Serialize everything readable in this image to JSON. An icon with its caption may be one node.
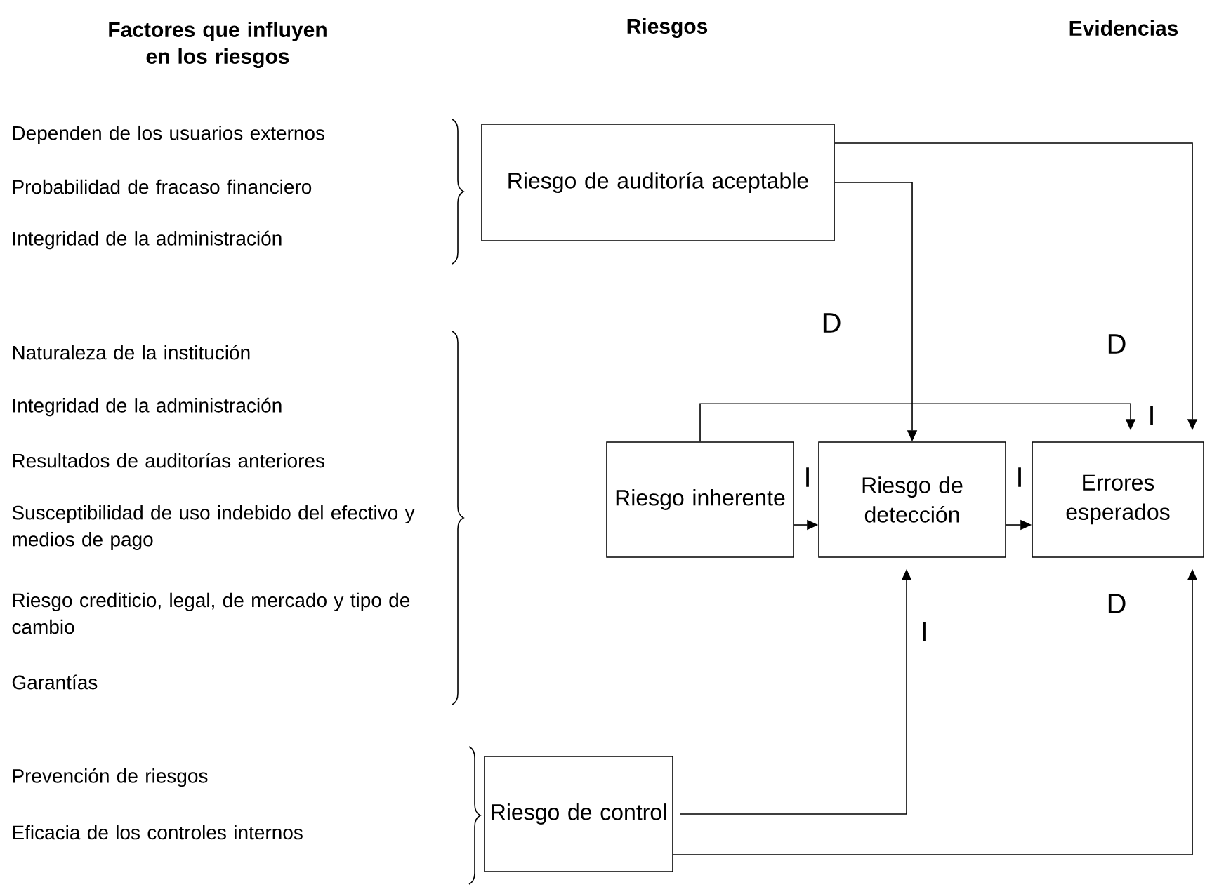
{
  "diagram": {
    "nodes": [
      {
        "text": [
          "Riesgo de auditoría aceptable"
        ]
      },
      {
        "text": [
          "Riesgo inherente"
        ]
      },
      {
        "text": [
          "Riesgo de detección"
        ]
      },
      {
        "text": [
          "Errores esperados"
        ]
      },
      {
        "text": [
          "Riesgo de control"
        ]
      }
    ],
    "edges": [
      {
        "from": 0,
        "to": 2,
        "arrow": "to",
        "label": "D"
      },
      {
        "from": 0,
        "to": 3,
        "arrow": "to",
        "label": "D"
      },
      {
        "from": 1,
        "to": 3,
        "arrow": "to",
        "label": "I"
      },
      {
        "from": 1,
        "to": 2,
        "arrow": "to",
        "label": "I"
      },
      {
        "from": 2,
        "to": 3,
        "arrow": "to",
        "label": "I"
      },
      {
        "from": 4,
        "to": 2,
        "arrow": "to",
        "label": "I"
      },
      {
        "from": 4,
        "to": 3,
        "arrow": "to",
        "label": "D"
      }
    ],
    "labels": [
      "Factores que influyen en los riesgos",
      "Riesgos",
      "Evidencias",
      "Dependen de los usuarios externos",
      "Probabilidad de fracaso financiero",
      "Integridad de la administración",
      "Naturaleza de la institución",
      "Integridad de la administración",
      "Resultados de auditorías anteriores",
      "Susceptibilidad de uso indebido del efectivo y medios de pago",
      "Riesgo crediticio, legal, de mercado y tipo de cambio",
      "Garantías",
      "Prevención de riesgos",
      "Eficacia de los controles internos"
    ]
  }
}
